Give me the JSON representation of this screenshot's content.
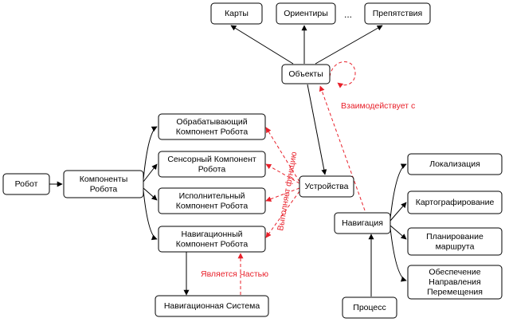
{
  "nodes": {
    "maps": [
      "Карты"
    ],
    "orientirs": [
      "Ориентиры"
    ],
    "obstacles": [
      "Препятствия"
    ],
    "objects": [
      "Объекты"
    ],
    "robot": [
      "Робот"
    ],
    "components": [
      "Компоненты",
      "Робота"
    ],
    "processing": [
      "Обрабатывающий",
      "Компонент Робота"
    ],
    "sensor": [
      "Сенсорный Компонент",
      "Робота"
    ],
    "executive": [
      "Исполнительный",
      "Компонент Робота"
    ],
    "navcomp": [
      "Навигационный",
      "Компонент Робота"
    ],
    "navsystem": [
      "Навигационная Система"
    ],
    "devices": [
      "Устройства"
    ],
    "navigation": [
      "Навигация"
    ],
    "process": [
      "Процесс"
    ],
    "localization": [
      "Локализация"
    ],
    "mapping": [
      "Картографирование"
    ],
    "planning": [
      "Планирование",
      "маршрута"
    ],
    "movement": [
      "Обеспечение",
      "Направления",
      "Перемещения"
    ]
  },
  "edge_labels": {
    "interacts": "Взаимодействует с",
    "performs": "Выполняет функцию",
    "part_of": "Является Частью"
  },
  "ellipsis": "...",
  "colors": {
    "relation": "#e8202a",
    "line": "#000000"
  }
}
